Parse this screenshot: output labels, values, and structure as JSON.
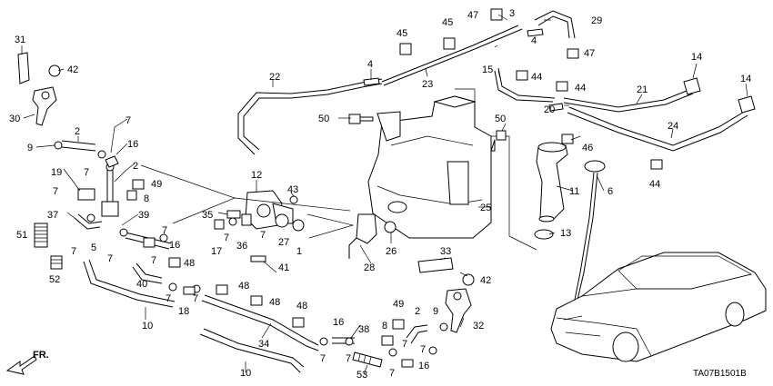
{
  "diagram": {
    "code": "TA07B1501B",
    "direction_label": "FR.",
    "callouts": [
      "1",
      "2",
      "3",
      "4",
      "5",
      "6",
      "7",
      "8",
      "9",
      "10",
      "11",
      "12",
      "13",
      "14",
      "15",
      "16",
      "17",
      "18",
      "19",
      "20",
      "21",
      "22",
      "23",
      "24",
      "25",
      "26",
      "27",
      "28",
      "29",
      "30",
      "31",
      "32",
      "33",
      "34",
      "35",
      "36",
      "37",
      "38",
      "39",
      "40",
      "41",
      "42",
      "43",
      "44",
      "45",
      "46",
      "47",
      "48",
      "49",
      "50",
      "51",
      "52",
      "53"
    ]
  }
}
